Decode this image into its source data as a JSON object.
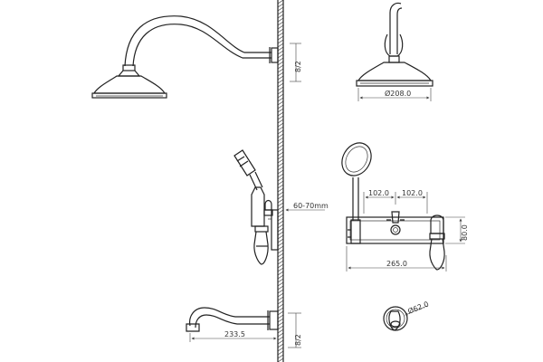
{
  "dimensions": {
    "wall_offset_top": "8/2",
    "rain_head_diameter": "Ø208.0",
    "wall_range": "60-70mm",
    "left_spacing": "102.0",
    "right_spacing": "102.0",
    "plate_height": "80.0",
    "plate_width": "265.0",
    "spout_length": "233.5",
    "wall_offset_bottom": "8/2",
    "spout_outlet_diameter": "Ø62.0"
  }
}
